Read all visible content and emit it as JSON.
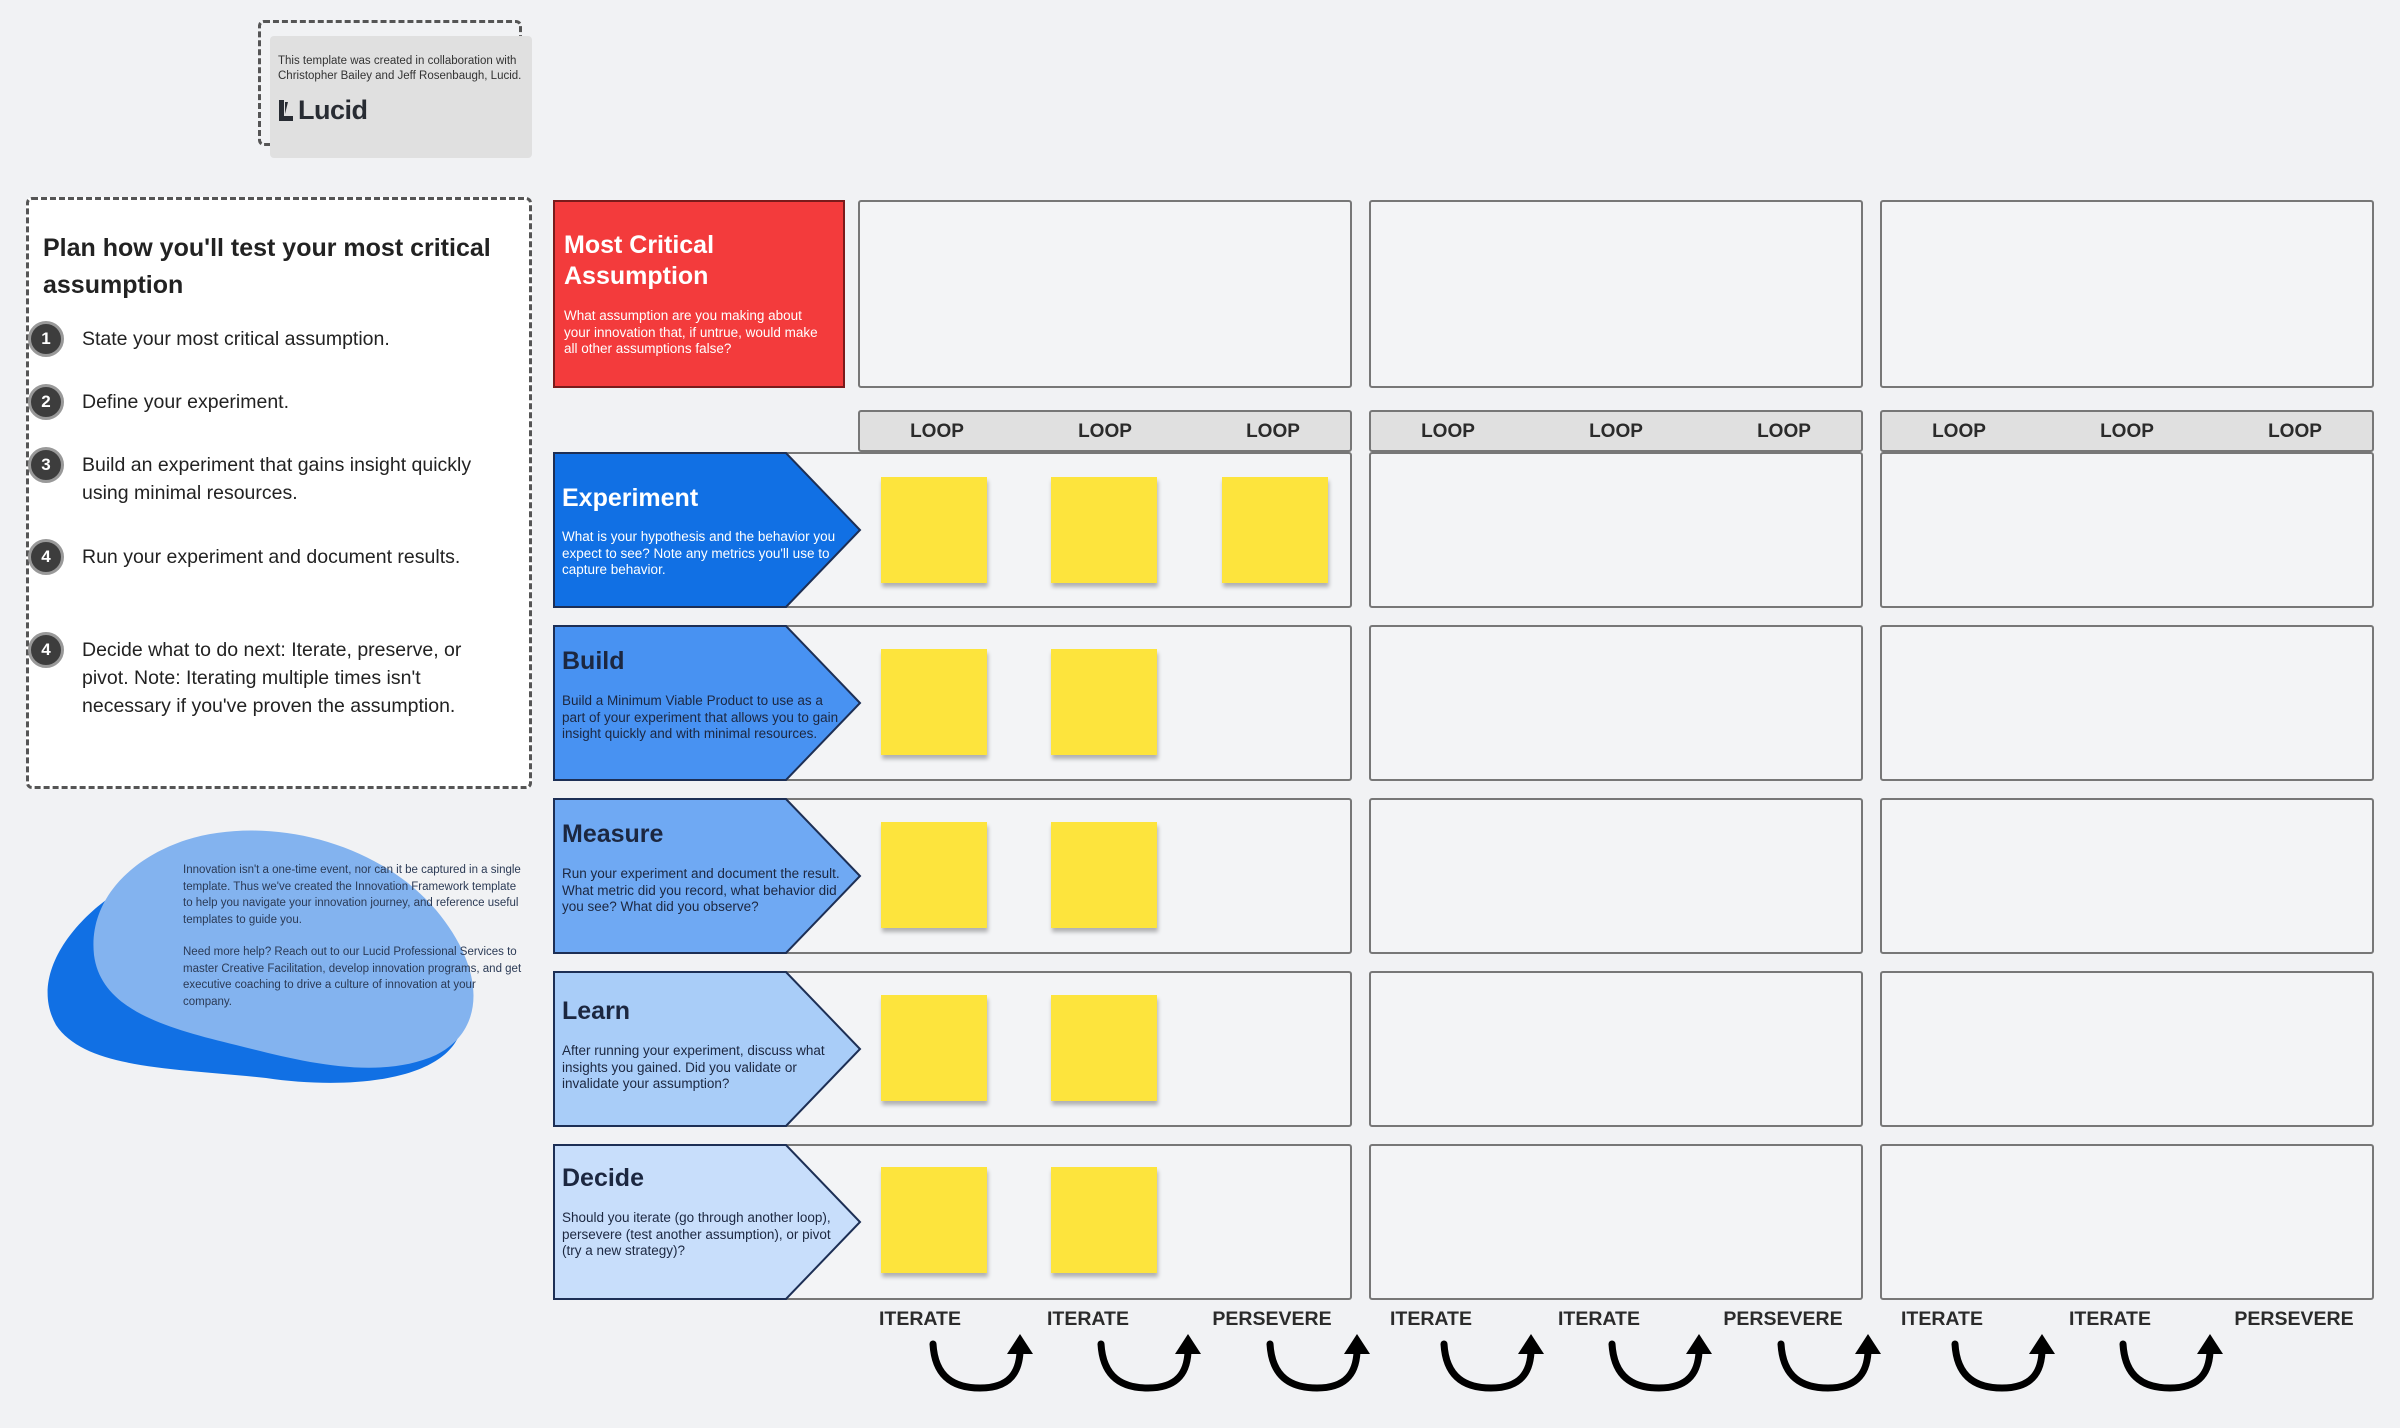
{
  "credit": {
    "text": "This template was created in collaboration with Christopher Bailey and Jeff Rosenbaugh, Lucid.",
    "logo_text": "Lucid"
  },
  "plan": {
    "title": "Plan how you'll test your most critical assumption",
    "steps": [
      {
        "num": "1",
        "text": "State your most critical assumption."
      },
      {
        "num": "2",
        "text": "Define your experiment."
      },
      {
        "num": "3",
        "text": "Build an experiment that gains insight quickly using minimal resources."
      },
      {
        "num": "4",
        "text": "Run your experiment and document results."
      },
      {
        "num": "4",
        "text": "Decide what to do next: Iterate, preserve, or pivot. Note: Iterating multiple times isn't necessary if you've proven the assumption."
      }
    ]
  },
  "info_blob": {
    "para1": "Innovation isn't a one-time event, nor can it be captured in a single template. Thus we've created the Innovation Framework template to help you navigate your innovation journey, and reference useful templates to guide you.",
    "para2": "Need more help? Reach out to our Lucid Professional Services to master Creative Facilitation, develop innovation programs, and get executive coaching to drive a culture of innovation at your company."
  },
  "mca": {
    "title": "Most Critical Assumption",
    "desc": "What assumption are you making about your innovation that, if untrue, would make all other assumptions false?"
  },
  "stages": [
    {
      "title": "Experiment",
      "desc": "What is your hypothesis and the behavior you expect to see? Note any metrics you'll use to capture behavior.",
      "color": "#1170e4",
      "text_color": "#ffffff"
    },
    {
      "title": "Build",
      "desc": "Build a Minimum Viable Product to use as a part of your experiment that allows you to gain insight quickly and with minimal resources.",
      "color": "#4892f2",
      "text_color": "#1c2740"
    },
    {
      "title": "Measure",
      "desc": "Run your experiment and document the result. What metric did you record, what behavior did you see? What did you observe?",
      "color": "#6fa9f3",
      "text_color": "#1c2740"
    },
    {
      "title": "Learn",
      "desc": "After running your experiment, discuss what insights you gained. Did you validate or invalidate your assumption?",
      "color": "#a9cdf8",
      "text_color": "#1c2740"
    },
    {
      "title": "Decide",
      "desc": "Should you iterate (go through another loop), persevere (test another assumption), or pivot (try a new strategy)?",
      "color": "#c8defb",
      "text_color": "#1c2740"
    }
  ],
  "loop_labels": [
    "LOOP",
    "LOOP",
    "LOOP",
    "LOOP",
    "LOOP",
    "LOOP",
    "LOOP",
    "LOOP",
    "LOOP"
  ],
  "footer_labels": [
    "ITERATE",
    "ITERATE",
    "PERSEVERE",
    "ITERATE",
    "ITERATE",
    "PERSEVERE",
    "ITERATE",
    "ITERATE",
    "PERSEVERE"
  ],
  "colors": {
    "background": "#f1f2f4",
    "mca_red": "#f33b3c",
    "sticky_yellow": "#fde43d",
    "blob_dark": "#1170e4",
    "blob_light": "#83b3ef"
  },
  "icons": {
    "logo": "lucid-logo-icon",
    "arrow": "curved-loop-arrow-icon"
  }
}
